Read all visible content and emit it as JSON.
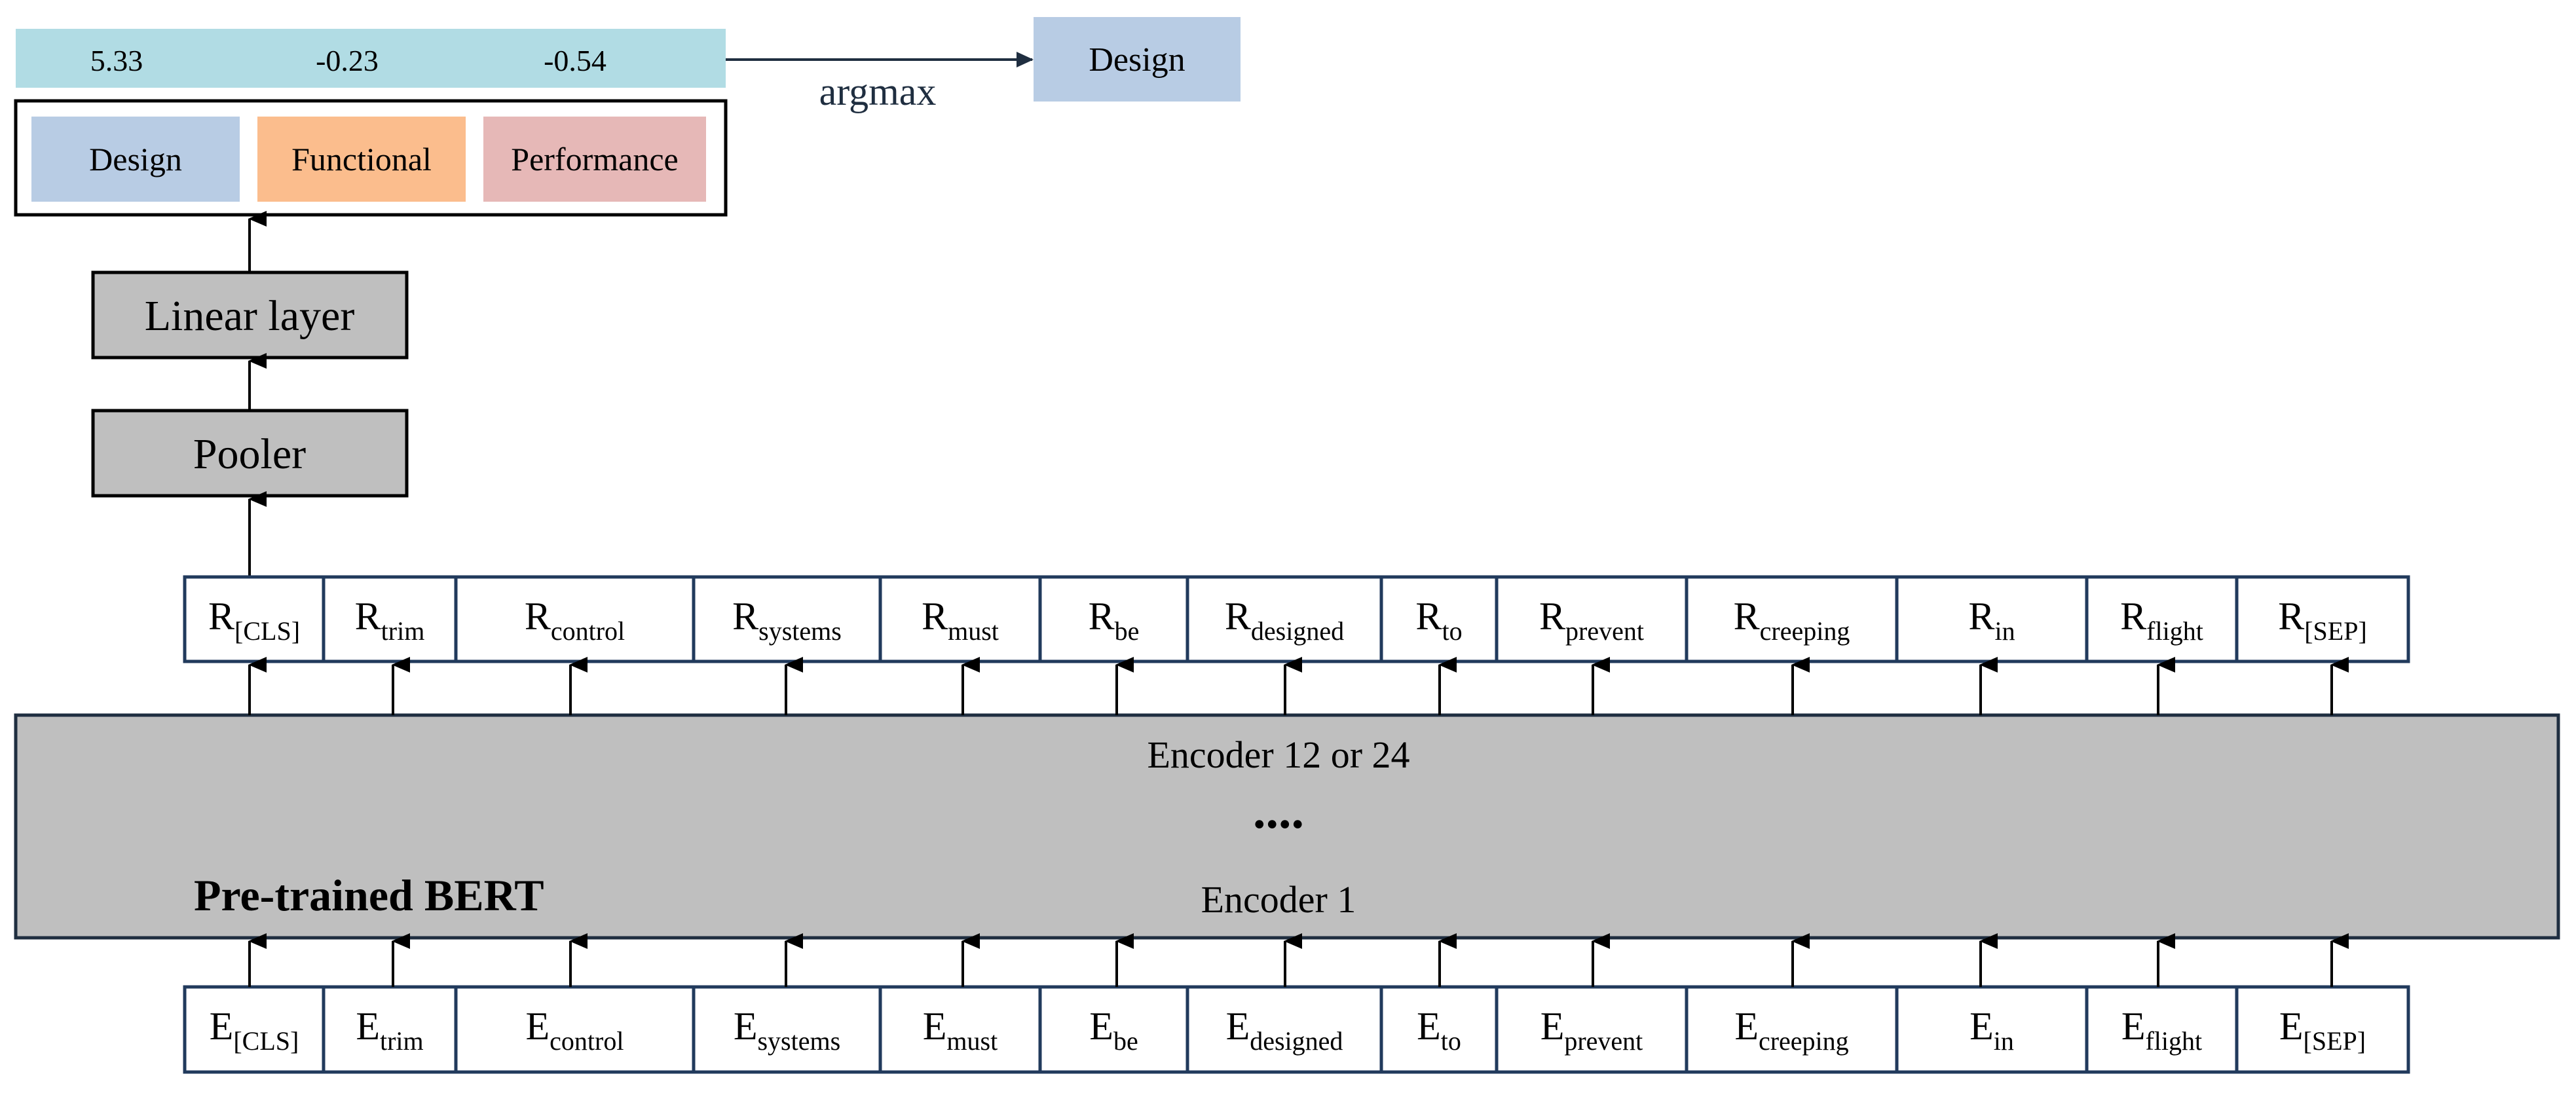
{
  "colors": {
    "score_bar": "#b1dce4",
    "design": "#b8cce4",
    "functional": "#fbbd8d",
    "performance": "#e6b8b7",
    "gray_box": "#bfbfbf",
    "token_border": "#213a5c",
    "encoder_border": "#1f2e40"
  },
  "scores": [
    "5.33",
    "-0.23",
    "-0.54"
  ],
  "classes": [
    "Design",
    "Functional",
    "Performance"
  ],
  "argmax": {
    "label": "argmax",
    "result": "Design"
  },
  "linear_layer": "Linear layer",
  "pooler": "Pooler",
  "encoder": {
    "top_label": "Encoder 12 or 24",
    "dots": "....",
    "bottom_label": "Encoder 1",
    "model_label": "Pre-trained BERT"
  },
  "token_prefixes": {
    "output": "R",
    "input": "E"
  },
  "tokens": [
    "[CLS]",
    "trim",
    "control",
    "systems",
    "must",
    "be",
    "designed",
    "to",
    "prevent",
    "creeping",
    "in",
    "flight",
    "[SEP]"
  ]
}
